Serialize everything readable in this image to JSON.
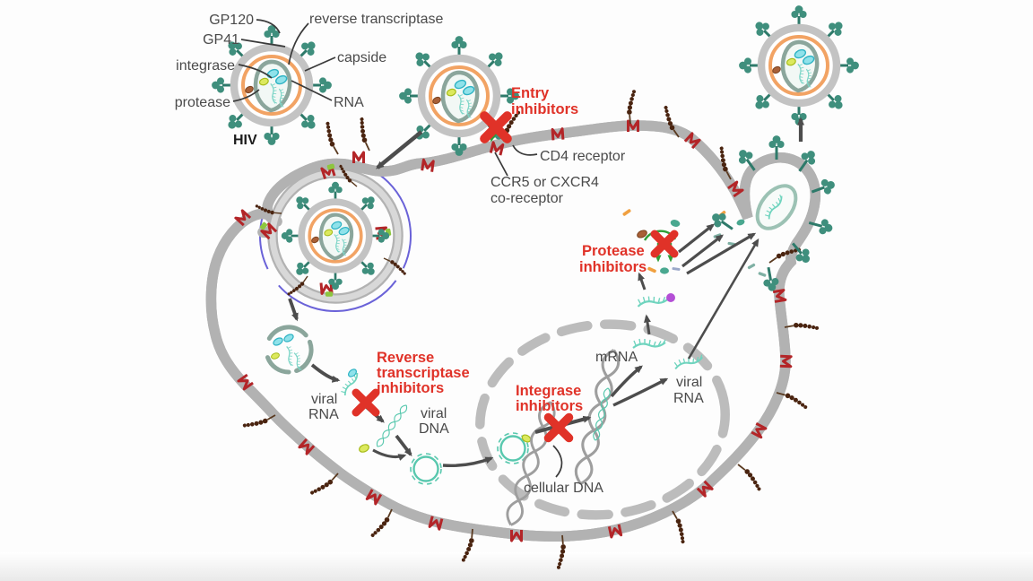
{
  "diagram": {
    "subject": "HIV replication cycle with antiretroviral drug targets",
    "virion_labels": {
      "gp120": "GP120",
      "gp41": "GP41",
      "integrase": "integrase",
      "protease": "protease",
      "reverse_transcriptase": "reverse transcriptase",
      "capsid": "capside",
      "rna": "RNA",
      "hiv": "HIV"
    },
    "inhibitors": {
      "entry": [
        "Entry",
        "inhibitors"
      ],
      "rt": [
        "Reverse",
        "transcriptase",
        "inhibitors"
      ],
      "integrase": [
        "Integrase",
        "inhibitors"
      ],
      "protease": [
        "Protease",
        "inhibitors"
      ]
    },
    "receptors": {
      "cd4": "CD4 receptor",
      "coreceptor": [
        "CCR5 or CXCR4",
        "co-receptor"
      ]
    },
    "molecules": {
      "viral_rna": [
        "viral",
        "RNA"
      ],
      "viral_dna": [
        "viral",
        "DNA"
      ],
      "cellular_dna": "cellular DNA",
      "mrna": "mRNA",
      "viral_rna_late": [
        "viral",
        "RNA"
      ]
    },
    "colors": {
      "membrane_gray": "#c9c9c9",
      "inhibitor_red": "#e03228",
      "receptor_red": "#b32528",
      "spike_teal": "#3f8f7d",
      "capsid_outline": "#8ba69c",
      "matrix_orange": "#f2a364",
      "dna_teal": "#58c8ae",
      "cellular_dna_gray": "#9e9e9e",
      "cd4_chain_brown": "#4a2410",
      "nucleus_gray": "#bcbcbc",
      "envelope_blue": "#6a62d8",
      "ribosome_purple": "#b44fd6",
      "integrase_yellow": "#dce95e",
      "protease_brown": "#a86038",
      "rt_cyan": "#8fe2ea",
      "arrow_gray": "#4d4d4d",
      "cleavage_green": "#2f9e38"
    }
  }
}
